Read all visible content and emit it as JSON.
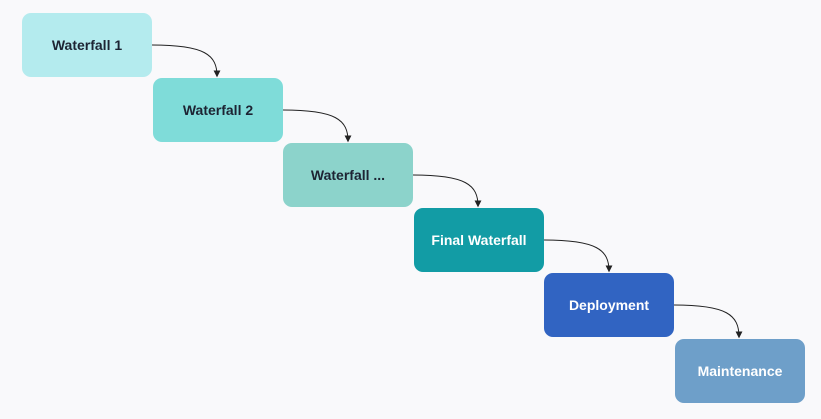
{
  "diagram": {
    "type": "waterfall-flow",
    "steps": [
      {
        "id": "s1",
        "label": "Waterfall 1"
      },
      {
        "id": "s2",
        "label": "Waterfall 2"
      },
      {
        "id": "s3",
        "label": "Waterfall ..."
      },
      {
        "id": "s4",
        "label": "Final Waterfall"
      },
      {
        "id": "s5",
        "label": "Deployment"
      },
      {
        "id": "s6",
        "label": "Maintenance"
      }
    ],
    "connections": [
      {
        "from": "s1",
        "to": "s2"
      },
      {
        "from": "s2",
        "to": "s3"
      },
      {
        "from": "s3",
        "to": "s4"
      },
      {
        "from": "s4",
        "to": "s5"
      },
      {
        "from": "s5",
        "to": "s6"
      }
    ],
    "colors": {
      "background": "#f9f9fb",
      "connector": "#222222",
      "step_fills": [
        "#b4ebee",
        "#7fdcd9",
        "#8cd3cb",
        "#129ca5",
        "#3164c2",
        "#6e9fc9"
      ]
    }
  }
}
